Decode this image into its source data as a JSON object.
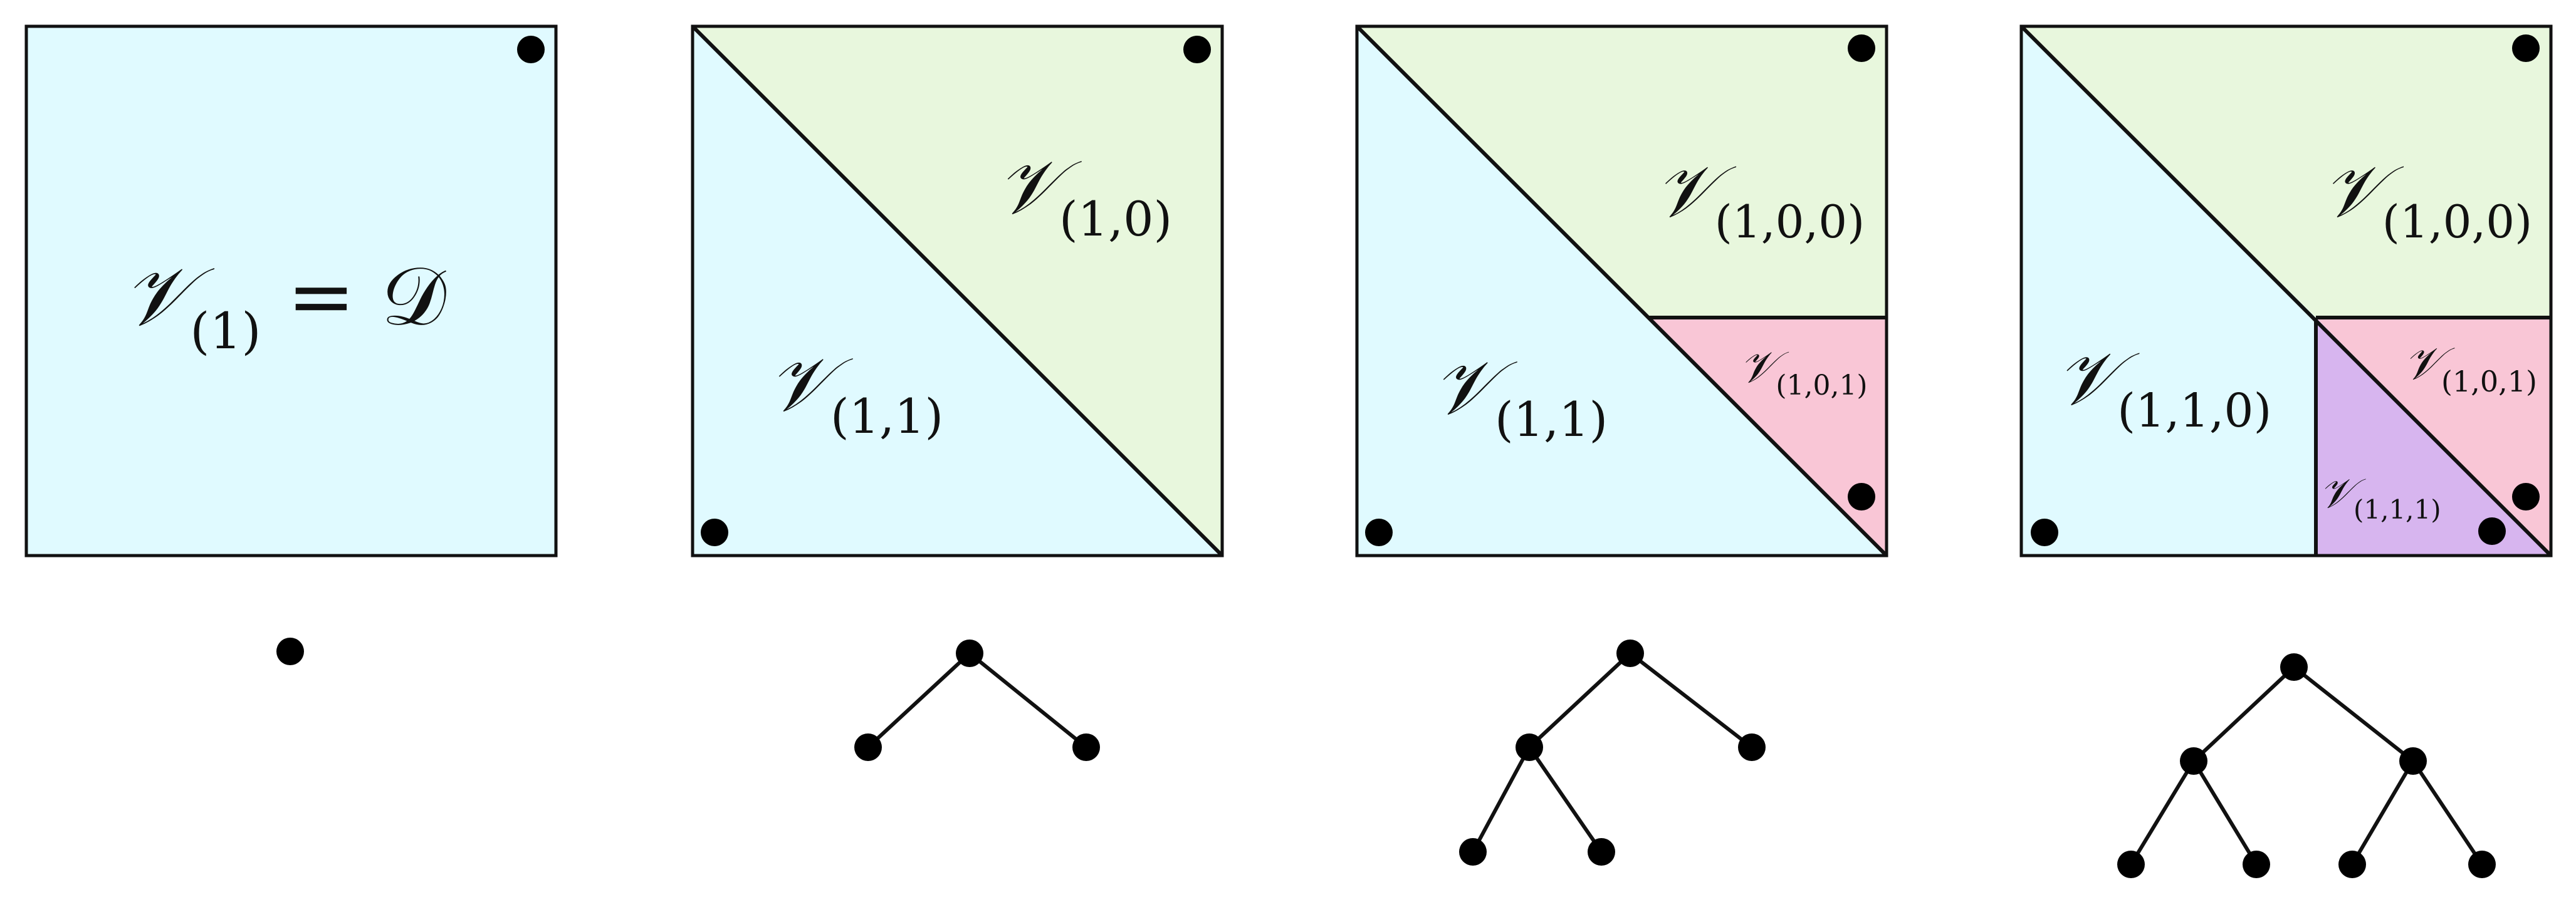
{
  "colors": {
    "cyan_region": "#e0faff",
    "green_region": "#e8f7dd",
    "pink_region": "#f9c6d6",
    "purple_region": "#d7b5ef",
    "stroke": "#111111",
    "dot": "#000000"
  },
  "panels": [
    {
      "id": "panel-1",
      "labels": [
        {
          "id": "v1-eq-d",
          "main": "𝒱",
          "sub": "(1)",
          "rest": " = 𝒟"
        }
      ]
    },
    {
      "id": "panel-2",
      "labels": [
        {
          "id": "v10",
          "main": "𝒱",
          "sub": "(1,0)"
        },
        {
          "id": "v11",
          "main": "𝒱",
          "sub": "(1,1)"
        }
      ]
    },
    {
      "id": "panel-3",
      "labels": [
        {
          "id": "v100",
          "main": "𝒱",
          "sub": "(1,0,0)"
        },
        {
          "id": "v101",
          "main": "𝒱",
          "sub": "(1,0,1)"
        },
        {
          "id": "v11",
          "main": "𝒱",
          "sub": "(1,1)"
        }
      ]
    },
    {
      "id": "panel-4",
      "labels": [
        {
          "id": "v100",
          "main": "𝒱",
          "sub": "(1,0,0)"
        },
        {
          "id": "v101",
          "main": "𝒱",
          "sub": "(1,0,1)"
        },
        {
          "id": "v110",
          "main": "𝒱",
          "sub": "(1,1,0)"
        },
        {
          "id": "v111",
          "main": "𝒱",
          "sub": "(1,1,1)"
        }
      ]
    }
  ],
  "trees": [
    {
      "id": "tree-1",
      "depth": 0
    },
    {
      "id": "tree-2",
      "depth": 1
    },
    {
      "id": "tree-3",
      "depth": 2,
      "expanded": "left"
    },
    {
      "id": "tree-4",
      "depth": 2,
      "expanded": "both"
    }
  ]
}
